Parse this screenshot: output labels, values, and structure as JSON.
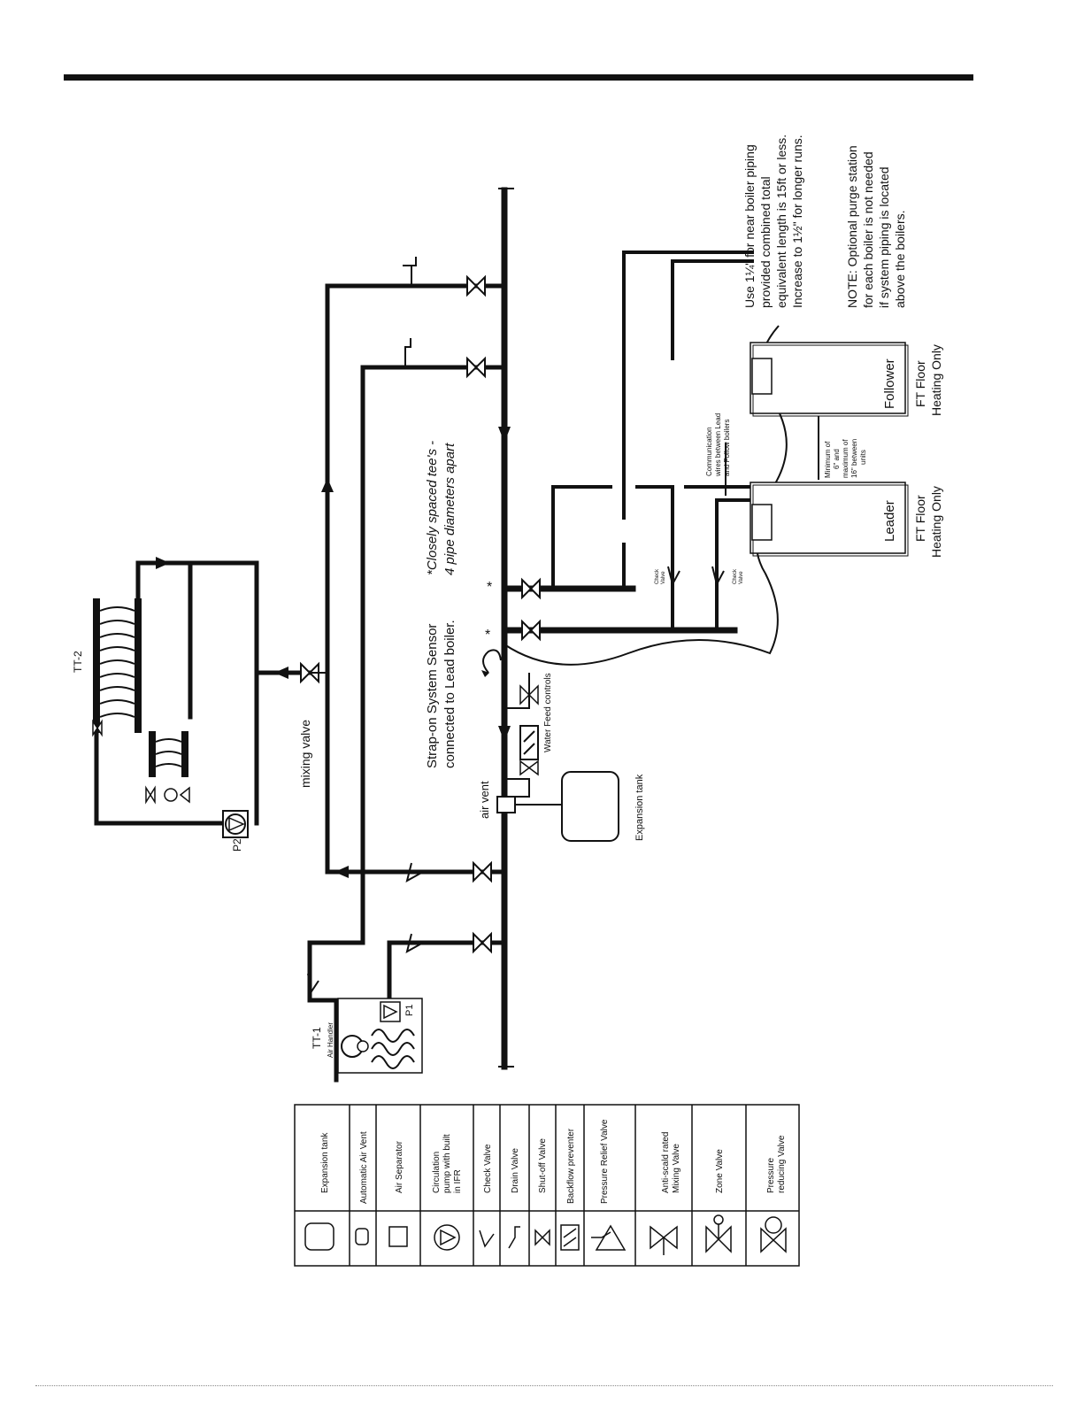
{
  "labels": {
    "tt2": "TT-2",
    "p2": "P2",
    "mixing_valve": "mixing valve",
    "tt1": "TT-1",
    "air_handler": "Air Handler",
    "p1": "P1",
    "air_vent": "air vent",
    "expansion_tank": "Expansion tank",
    "water_feed": "Water Feed controls",
    "strap_on_1": "Strap-on System Sensor",
    "strap_on_2": "connected to Lead boiler.",
    "tees_1": "*Closely spaced tee's -",
    "tees_2": "4 pipe diameters apart",
    "asterisk": "*",
    "check_valve": [
      "Check",
      "Valve"
    ],
    "comm_1": "Communication",
    "comm_2": "wires between Lead",
    "comm_3": "and Follow boilers",
    "min_1": "Minimum of",
    "min_2": "6\" and",
    "min_3": "maximum of",
    "min_4": "16\" between",
    "min_5": "units",
    "leader": "Leader",
    "follower": "Follower",
    "ft_floor": "FT Floor",
    "heating_only": "Heating Only"
  },
  "notes": {
    "use_1": "Use 1¼\" for near boiler piping",
    "use_2": "provided combined total",
    "use_3": "equivalent length is 15ft or less.",
    "use_4": "Increase to 1½\" for longer runs.",
    "note_1": "NOTE: Optional purge station",
    "note_2": "for each boiler is not needed",
    "note_3": "if system piping is located",
    "note_4": "above the boilers."
  },
  "legend": [
    {
      "icon": "expansion-tank-icon",
      "label": [
        "Expansion tank"
      ]
    },
    {
      "icon": "automatic-air-vent-icon",
      "label": [
        "Automatic Air Vent"
      ]
    },
    {
      "icon": "air-separator-icon",
      "label": [
        "Air Separator"
      ]
    },
    {
      "icon": "circulation-pump-icon",
      "label": [
        "Circulation",
        "pump with built",
        "in IFR"
      ]
    },
    {
      "icon": "check-valve-icon",
      "label": [
        "Check Valve"
      ]
    },
    {
      "icon": "drain-valve-icon",
      "label": [
        "Drain Valve"
      ]
    },
    {
      "icon": "shut-off-valve-icon",
      "label": [
        "Shut-off Valve"
      ]
    },
    {
      "icon": "backflow-preventer-icon",
      "label": [
        "Backflow preventer"
      ]
    },
    {
      "icon": "pressure-relief-valve-icon",
      "label": [
        "Pressure Relief Valve"
      ]
    },
    {
      "icon": "mixing-valve-icon",
      "label": [
        "Anti-scald rated",
        "Mixing Valve"
      ]
    },
    {
      "icon": "zone-valve-icon",
      "label": [
        "Zone Valve"
      ]
    },
    {
      "icon": "pressure-reducing-valve-icon",
      "label": [
        "Pressure",
        "reducing Valve"
      ]
    }
  ]
}
